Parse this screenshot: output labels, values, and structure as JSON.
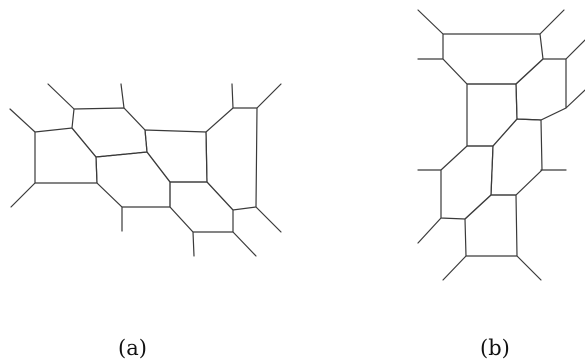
{
  "figures": [
    {
      "id": "a",
      "caption": "(a)"
    },
    {
      "id": "b",
      "caption": "(b)"
    }
  ],
  "colors": {
    "stroke": "#3a3a3a",
    "background": "#ffffff"
  }
}
